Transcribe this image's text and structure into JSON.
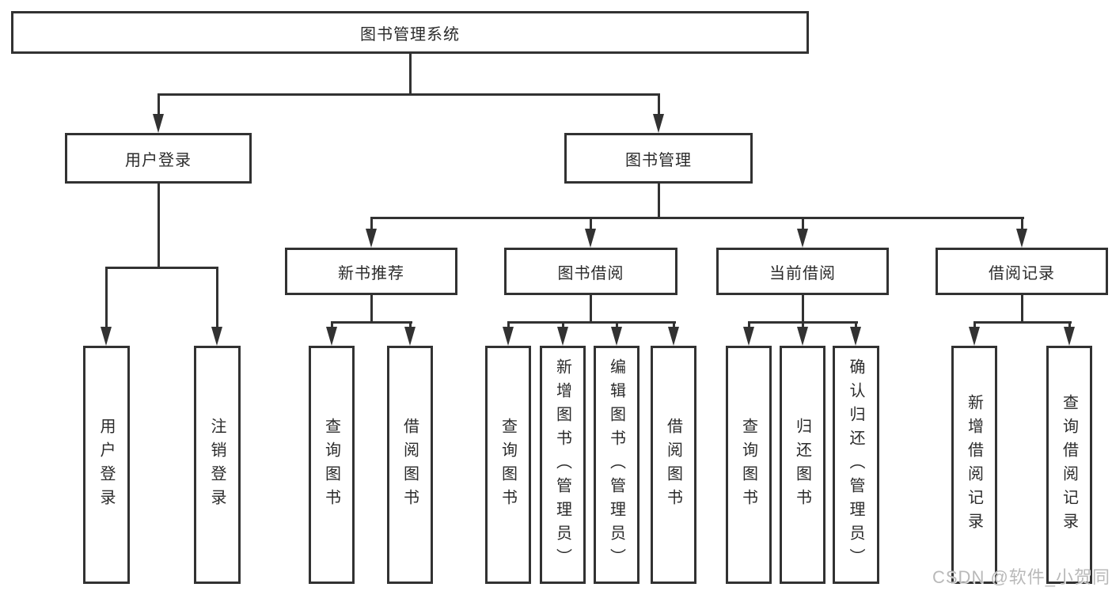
{
  "diagram": {
    "tree": {
      "label": "图书管理系统",
      "children": [
        {
          "label": "用户登录",
          "children": [
            {
              "label": "用户登录"
            },
            {
              "label": "注销登录"
            }
          ]
        },
        {
          "label": "图书管理",
          "children": [
            {
              "label": "新书推荐",
              "children": [
                {
                  "label": "查询图书"
                },
                {
                  "label": "借阅图书"
                }
              ]
            },
            {
              "label": "图书借阅",
              "children": [
                {
                  "label": "查询图书"
                },
                {
                  "label": "新增图书（管理员）"
                },
                {
                  "label": "编辑图书（管理员）"
                },
                {
                  "label": "借阅图书"
                }
              ]
            },
            {
              "label": "当前借阅",
              "children": [
                {
                  "label": "查询图书"
                },
                {
                  "label": "归还图书"
                },
                {
                  "label": "确认归还（管理员）"
                }
              ]
            },
            {
              "label": "借阅记录",
              "children": [
                {
                  "label": "新增借阅记录"
                },
                {
                  "label": "查询借阅记录"
                }
              ]
            }
          ]
        }
      ]
    },
    "watermark": "CSDN @软件_小贺同学",
    "colors": {
      "line": "#323232",
      "border": "#323232",
      "text": "#2b2b2b",
      "background": "#ffffff",
      "watermark": "#b9b9b9"
    }
  }
}
